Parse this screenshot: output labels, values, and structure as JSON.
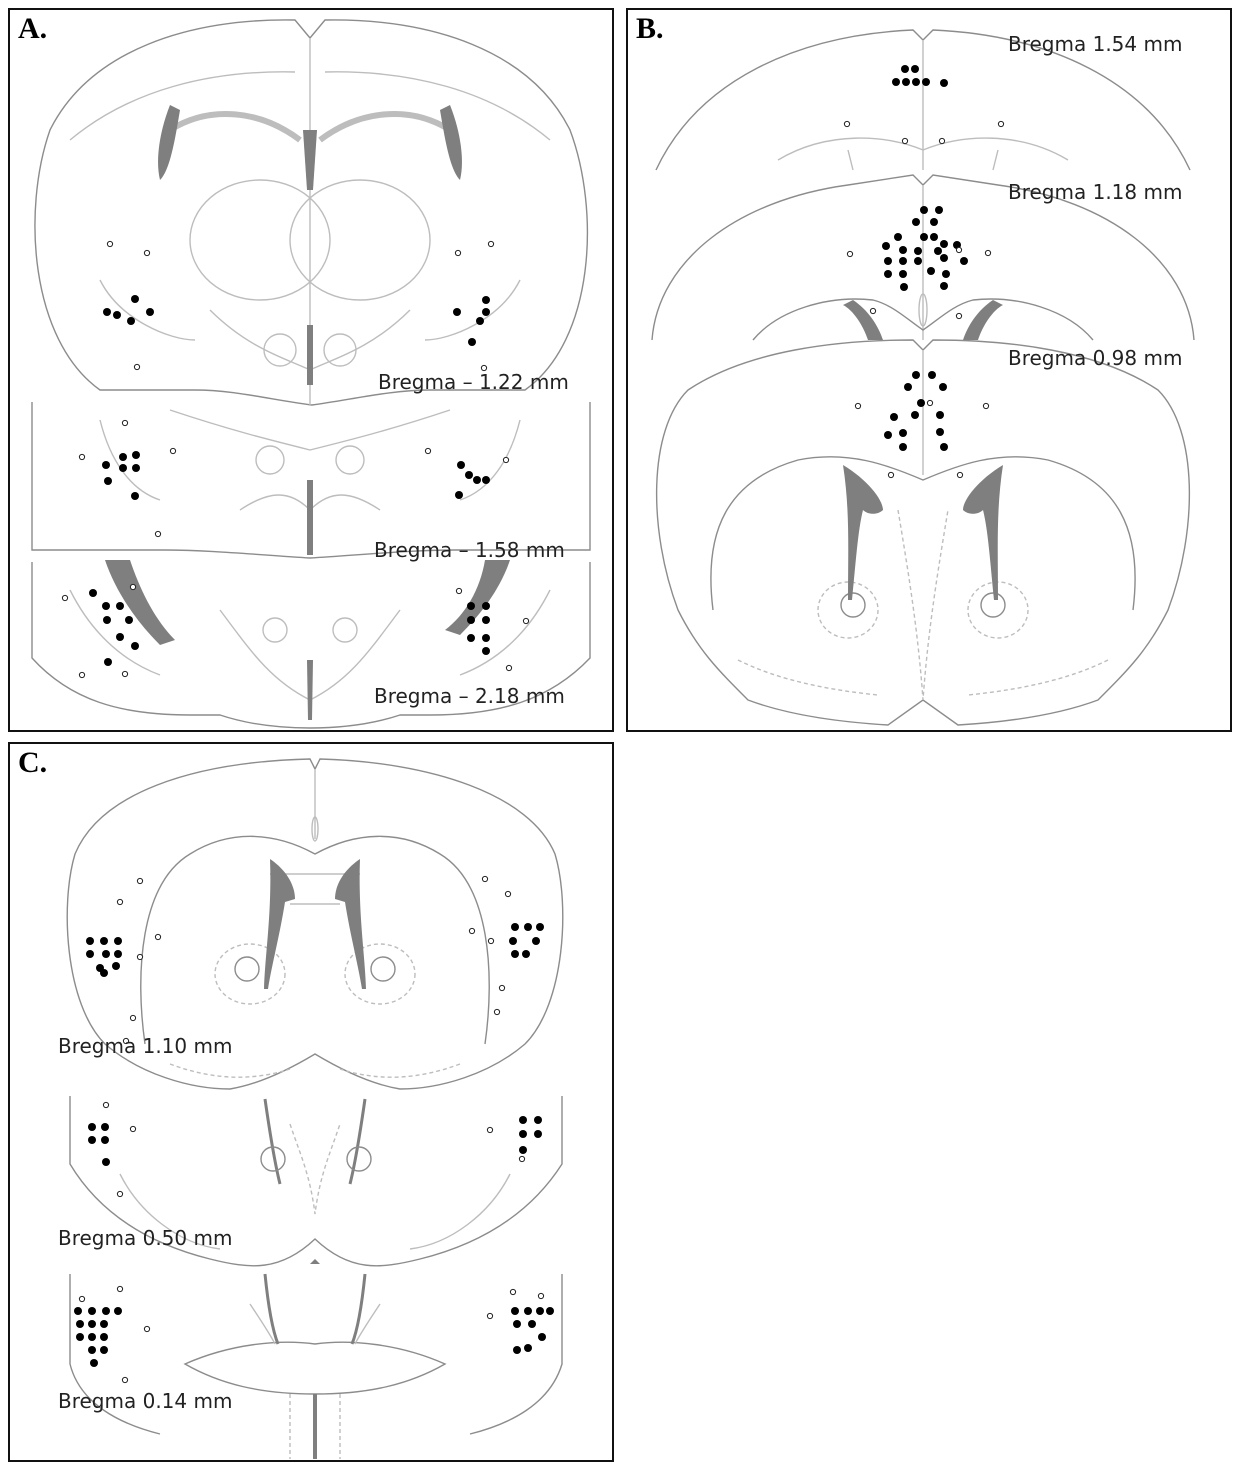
{
  "panels": {
    "a": {
      "label": "A.",
      "sections": [
        {
          "bregma": "Bregma – 1.22 mm"
        },
        {
          "bregma": "Bregma – 1.58 mm"
        },
        {
          "bregma": "Bregma – 2.18 mm"
        }
      ]
    },
    "b": {
      "label": "B.",
      "sections": [
        {
          "bregma": "Bregma 1.54 mm"
        },
        {
          "bregma": "Bregma 1.18 mm"
        },
        {
          "bregma": "Bregma 0.98 mm"
        }
      ]
    },
    "c": {
      "label": "C.",
      "sections": [
        {
          "bregma": "Bregma 1.10 mm"
        },
        {
          "bregma": "Bregma 0.50 mm"
        },
        {
          "bregma": "Bregma 0.14 mm"
        }
      ]
    }
  },
  "legend_colors": {
    "filled_site": "#000000",
    "open_site": "#ffffff",
    "ventricle": "#7f7f7f",
    "outline": "#8c8c8c",
    "detail": "#bdbdbd"
  }
}
